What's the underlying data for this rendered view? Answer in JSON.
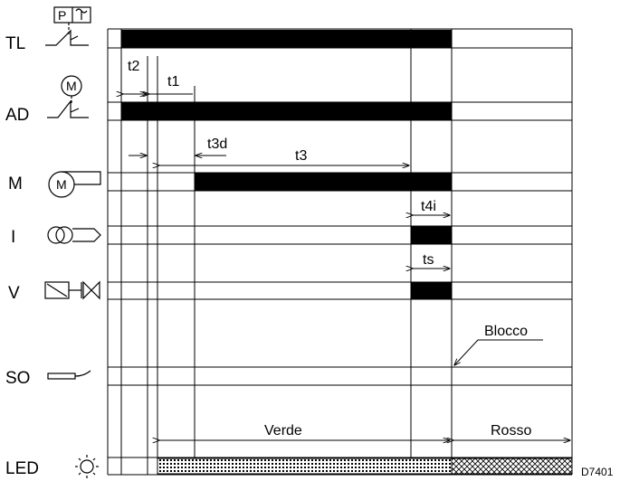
{
  "rows": {
    "tl": "TL",
    "ad": "AD",
    "m": "M",
    "i": "I",
    "v": "V",
    "so": "SO",
    "led": "LED"
  },
  "symbols": {
    "thermostat_letter": "P",
    "motor_letter": "M",
    "thermostat_icon": "thermostat-pressure-switch-icon",
    "switch_icon": "contact-switch-icon",
    "motor_icon": "motor-icon",
    "ignition_icon": "ignition-transformer-icon",
    "valve_icon": "solenoid-valve-icon",
    "flame_sensor_icon": "flame-sensor-icon",
    "led_icon": "led-sun-icon"
  },
  "timings": {
    "t2": "t2",
    "t1": "t1",
    "t3d": "t3d",
    "t3": "t3",
    "t4i": "t4i",
    "ts": "ts"
  },
  "annotations": {
    "block": "Blocco",
    "green": "Verde",
    "red": "Rosso"
  },
  "code": "D7401",
  "colors": {
    "line": "#000000",
    "background": "#ffffff"
  }
}
